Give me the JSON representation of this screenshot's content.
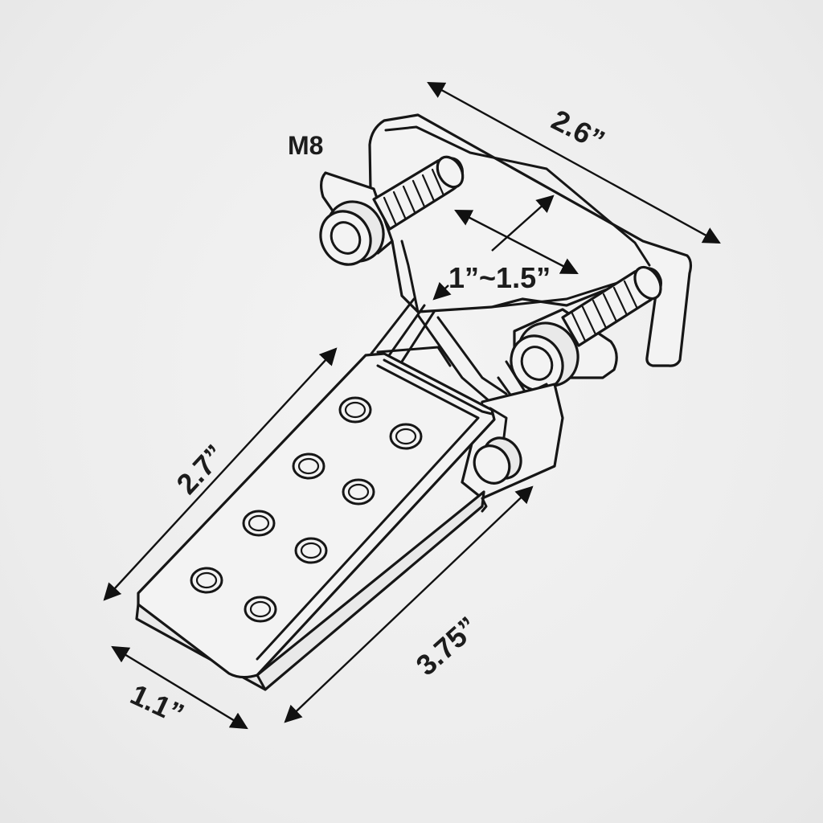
{
  "callouts": {
    "bolt_size": "M8"
  },
  "dimensions": {
    "clamp_width": "2.6”",
    "clamp_range": "1”~1.5”",
    "pedal_length": "2.7”",
    "pedal_width": "1.1”",
    "overall_length": "3.75”"
  }
}
